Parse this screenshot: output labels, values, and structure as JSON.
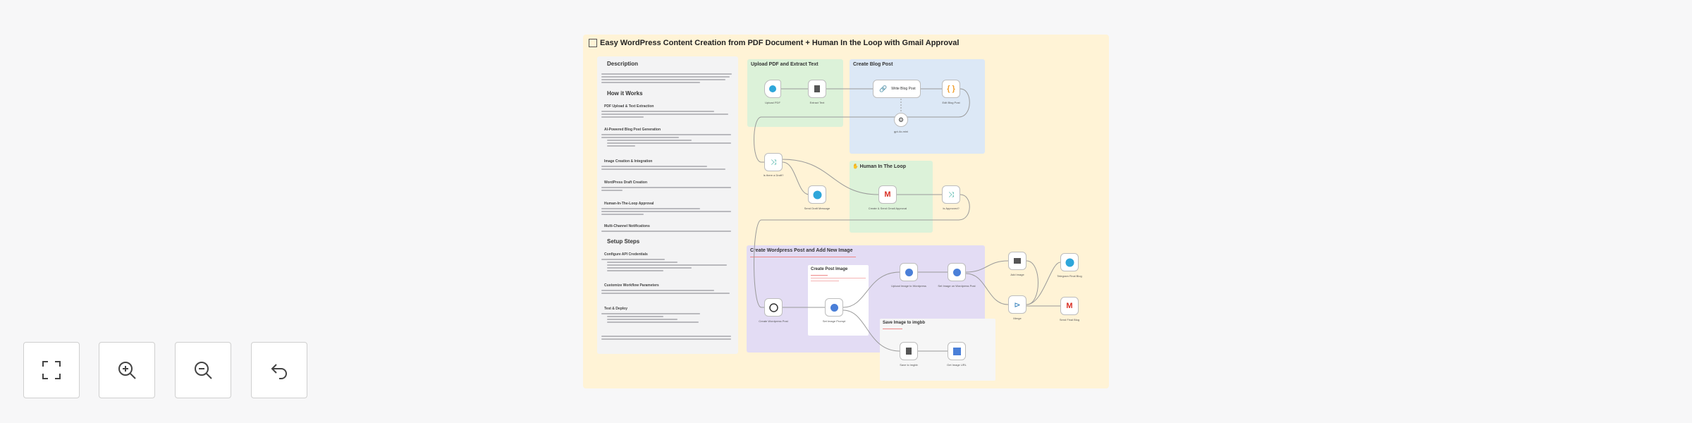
{
  "workflow": {
    "title": "Easy WordPress Content Creation from PDF Document + Human In the Loop with Gmail Approval"
  },
  "description_panel": {
    "heading_description": "Description",
    "heading_how": "How it Works",
    "heading_setup": "Setup Steps",
    "sub_pdf": "PDF Upload & Text Extraction",
    "sub_ai": "AI-Powered Blog Post Generation",
    "sub_image": "Image Creation & Integration",
    "sub_publish": "WordPress Draft Creation",
    "sub_approval": "Human-In-The-Loop Approval",
    "sub_notify": "Multi-Channel Notifications",
    "sub_setup1": "Configure API Credentials",
    "sub_setup2": "Customize Workflow Parameters",
    "sub_setup3": "Test & Deploy"
  },
  "groups": {
    "upload": "Upload PDF and Extract Text",
    "blog": "Create Blog Post",
    "hitl": "Human In The Loop",
    "wordpress": "Create Wordpress Post and Add New Image",
    "post_image": "Create Post Image",
    "save_image": "Save Image to imgbb"
  },
  "nodes": {
    "upload_pdf": "Upload PDF",
    "extract_text": "Extract Text",
    "write_blog": "Write Blog Post",
    "edit_blog": "Edit Blog Post",
    "gpt_model": "gpt-4o-mini",
    "is_there_draft": "Is there a Draft?",
    "send_draft": "Send Draft Message",
    "gmail_approval": "Create & Send Gmail Approval",
    "is_approved": "Is Approved?",
    "create_wp": "Create Wordpress Post",
    "set_image": "Set Image Prompt",
    "upload_image": "Upload Image to Wordpress",
    "set_image_post": "Set Image on Wordpress Post",
    "add_image": "Add Image",
    "merge": "Merge",
    "telegram": "Telegram Final Blog",
    "gmail_final": "Send Final Blog",
    "save_imgbb": "Save to imgbb",
    "get_image_url": "Get Image URL"
  },
  "controls": {
    "fit_icon": "fit-view-icon",
    "zoom_in_icon": "zoom-in-icon",
    "zoom_out_icon": "zoom-out-icon",
    "reset_icon": "undo-icon"
  },
  "colors": {
    "board": "#fff3d6",
    "upload_group": "#dcf2d9",
    "blog_group": "#dce8f6",
    "hitl_group": "#dcf2d9",
    "wp_group": "#e3dcf4",
    "sticky": "#ffffff",
    "gmail_red": "#d93025",
    "telegram_blue": "#2ea6da",
    "wp_blue": "#4a7fd8"
  }
}
